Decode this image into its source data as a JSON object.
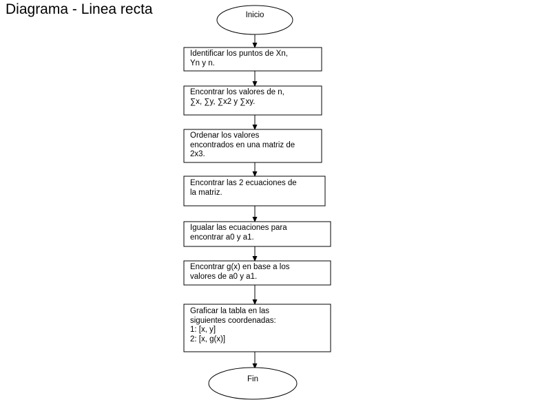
{
  "title": "Diagrama - Linea recta",
  "flowchart": {
    "start": "Inicio",
    "end": "Fin",
    "steps": [
      "Identificar los puntos de Xn,\nYn y n.",
      "Encontrar los valores de n,\n∑x, ∑y, ∑x2 y ∑xy.",
      "Ordenar los valores\nencontrados en una matriz de\n2x3.",
      "Encontrar las 2 ecuaciones de\nla matriz.",
      "Igualar las ecuaciones para\nencontrar a0 y a1.",
      "Encontrar g(x) en base a los\nvalores de a0 y a1.",
      "Graficar la tabla en las\nsiguientes coordenadas:\n1: [x, y]\n2: [x, g(x)]"
    ]
  }
}
